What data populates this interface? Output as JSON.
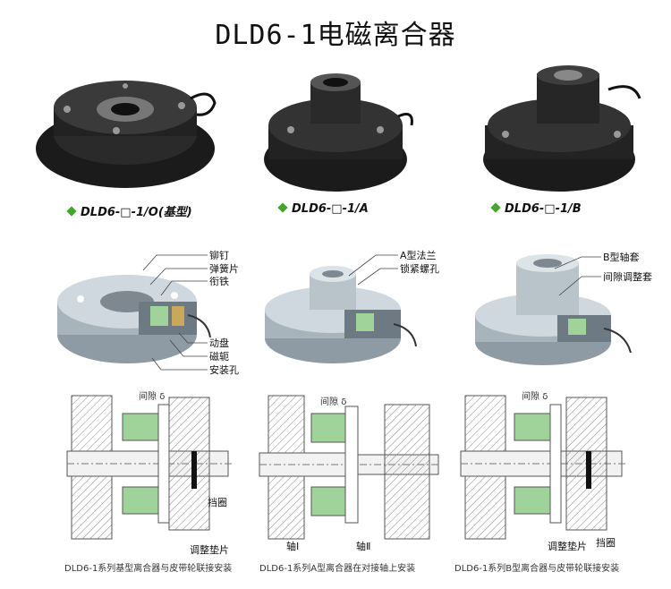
{
  "title": "DLD6-1电磁离合器",
  "products": [
    {
      "caption": "DLD6-□-1/O(基型)"
    },
    {
      "caption": "DLD6-□-1/A"
    },
    {
      "caption": "DLD6-□-1/B"
    }
  ],
  "cutaways": {
    "left": [
      "铆钉",
      "弹簧片",
      "衔铁",
      "动盘",
      "磁轭",
      "安装孔"
    ],
    "middle": [
      "A型法兰",
      "锁紧螺孔"
    ],
    "right": [
      "B型轴套",
      "间隙调整套"
    ]
  },
  "drawings": [
    {
      "gap_label": "间隙",
      "gap_symbol": "δ",
      "labels": [
        "挡圈",
        "调整垫片"
      ],
      "caption": "DLD6-1系列基型离合器与皮带轮联接安装"
    },
    {
      "gap_label": "间隙",
      "gap_symbol": "δ",
      "labels": [
        "轴Ⅰ",
        "轴Ⅱ"
      ],
      "caption": "DLD6-1系列A型离合器在对接轴上安装"
    },
    {
      "gap_label": "间隙",
      "gap_symbol": "δ",
      "labels": [
        "调整垫片",
        "挡圈"
      ],
      "caption": "DLD6-1系列B型离合器与皮带轮联接安装"
    }
  ],
  "colors": {
    "accent": "#41a62a",
    "metal": "#b9c4cc",
    "coil": "#9fd39a"
  }
}
